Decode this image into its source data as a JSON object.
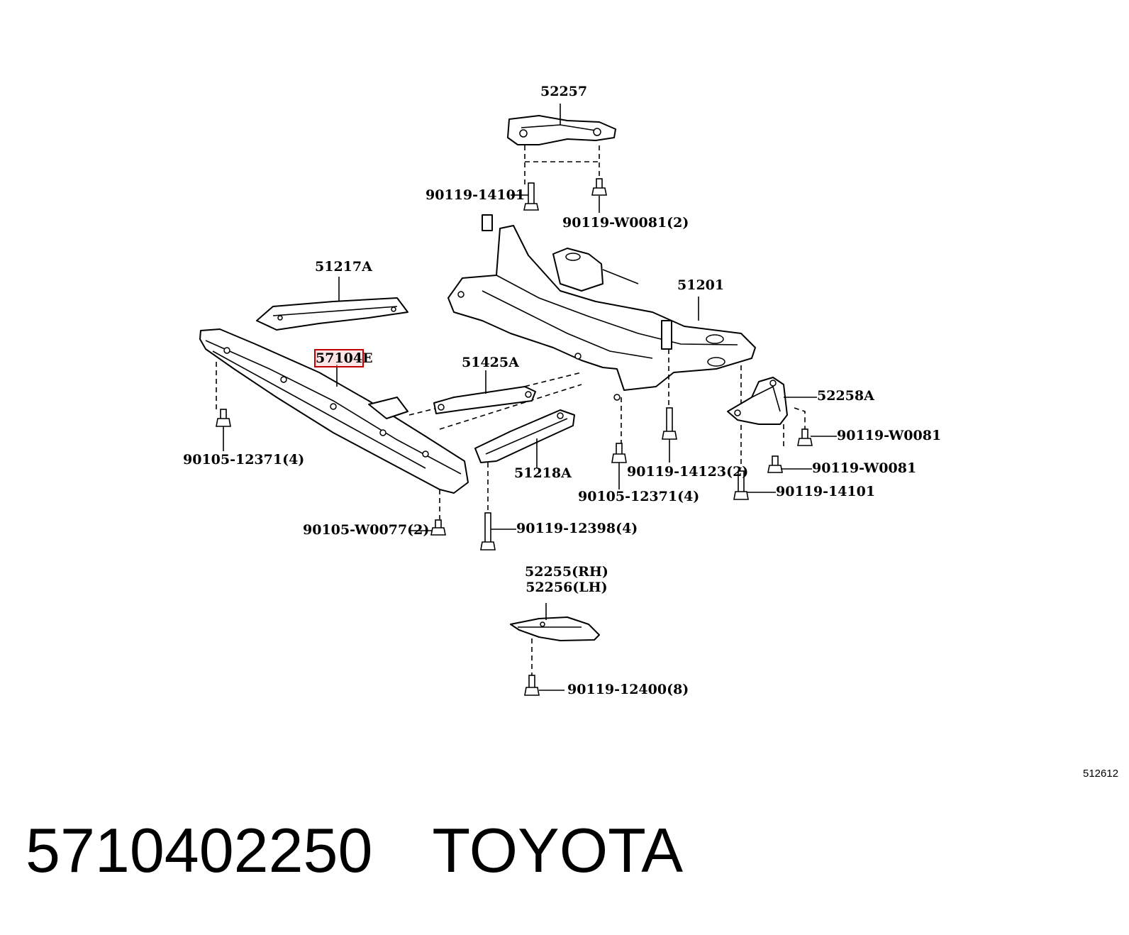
{
  "diagram": {
    "labels": {
      "p52257": "52257",
      "b90119_14101_top": "90119-14101",
      "b90119_W0081_2": "90119-W0081(2)",
      "p51217A": "51217A",
      "p51201": "51201",
      "p57104": "57104",
      "p57104_tail": "E",
      "p51425A": "51425A",
      "p52258A": "52258A",
      "b90119_W0081_a": "90119-W0081",
      "b90119_W0081_b": "90119-W0081",
      "b90105_12371_left": "90105-12371(4)",
      "p51218A": "51218A",
      "b90119_14123_2": "90119-14123(2)",
      "b90105_12371_mid": "90105-12371(4)",
      "b90119_14101_right": "90119-14101",
      "b90105_W0077_2": "90105-W0077(2)",
      "b90119_12398_4": "90119-12398(4)",
      "p52255": "52255(RH)",
      "p52256": "52256(LH)",
      "b90119_12400_8": "90119-12400(8)"
    },
    "highlight_color": "#c00000",
    "diagram_code": "512612"
  },
  "footer": {
    "part_number": "5710402250",
    "brand": "TOYOTA"
  }
}
